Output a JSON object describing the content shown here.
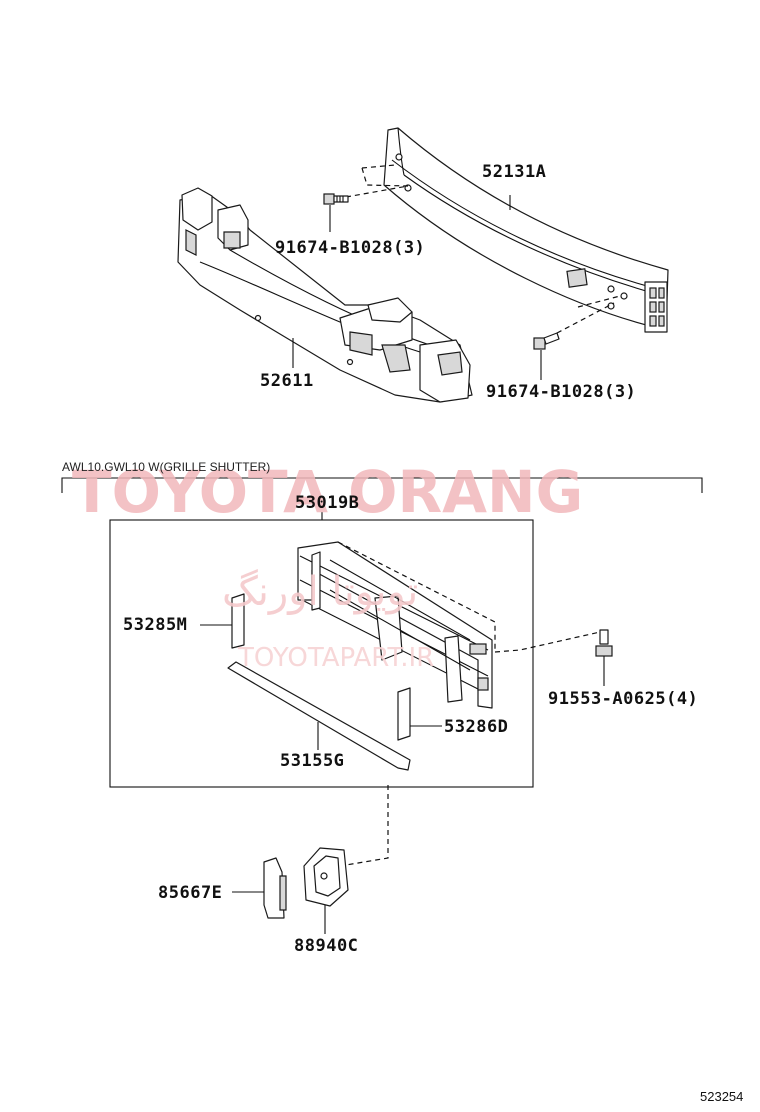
{
  "section": {
    "label": "AWL10.GWL10   W(GRILLE SHUTTER)"
  },
  "parts": {
    "p52131A": "52131A",
    "p91674_top": "91674-B1028(3)",
    "p52611": "52611",
    "p91674_bottom": "91674-B1028(3)",
    "p53019B": "53019B",
    "p53285M": "53285M",
    "p91553": "91553-A0625(4)",
    "p53286D": "53286D",
    "p53155G": "53155G",
    "p85667E": "85667E",
    "p88940C": "88940C"
  },
  "watermark": {
    "brand": "TOYOTA ORANG",
    "persian": "تویوتا اورنگ",
    "site": "TOYOTAPART.IR"
  },
  "figure_number": "523254"
}
